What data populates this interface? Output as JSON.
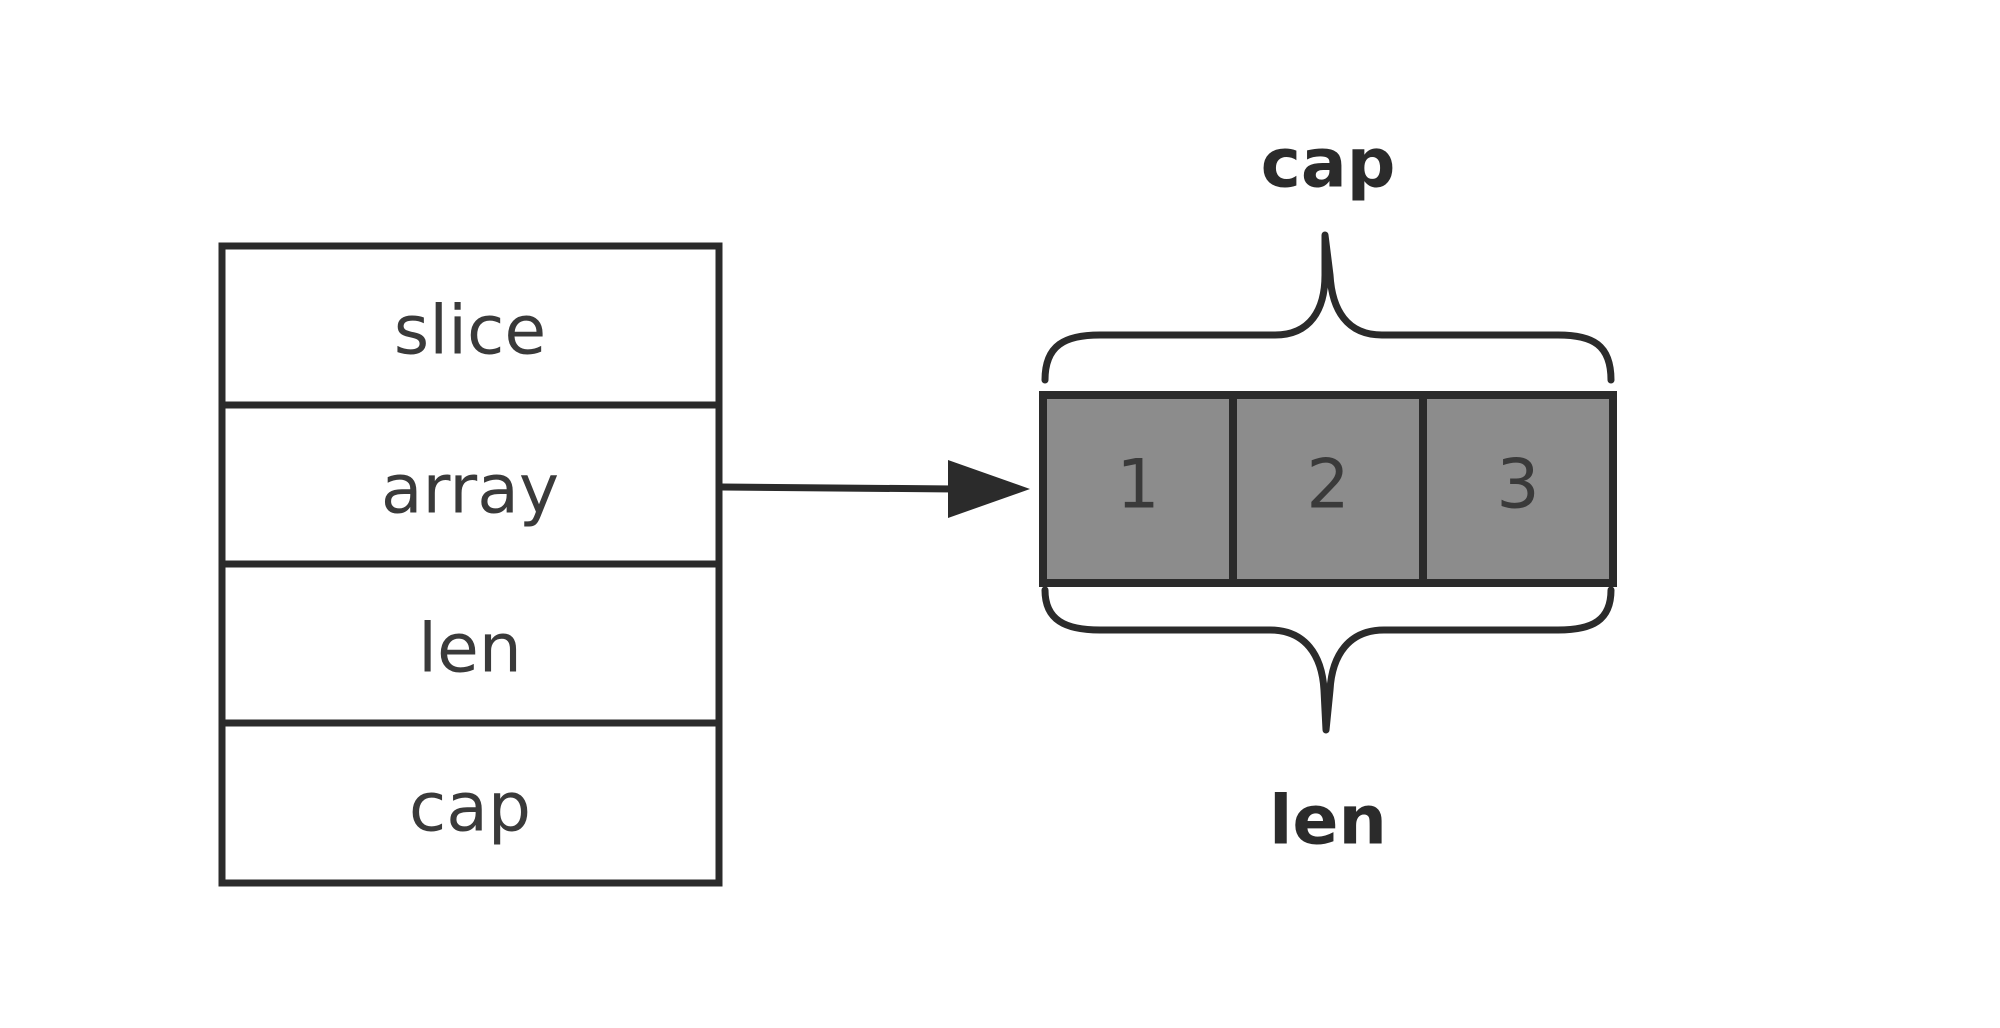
{
  "struct": {
    "fields": [
      {
        "label": "slice"
      },
      {
        "label": "array"
      },
      {
        "label": "len"
      },
      {
        "label": "cap"
      }
    ]
  },
  "backing_array": {
    "elements": [
      {
        "value": "1"
      },
      {
        "value": "2"
      },
      {
        "value": "3"
      }
    ]
  },
  "braces": {
    "top_label": "cap",
    "bottom_label": "len"
  },
  "colors": {
    "line": "#2b2b2b",
    "element_fill": "#8c8c8c",
    "background": "#ffffff"
  }
}
